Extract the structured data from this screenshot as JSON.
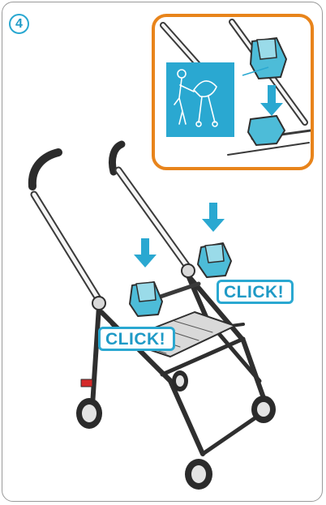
{
  "step": {
    "number": "4"
  },
  "labels": {
    "click_upper": "CLICK!",
    "click_lower": "CLICK!"
  },
  "colors": {
    "accent_blue": "#2aa8d1",
    "inset_border": "#e8841b",
    "frame_dark": "#3a3a3a",
    "seat_teal": "#4dbcd8",
    "brake_red": "#d42a2a",
    "panel_border": "#9a9a9a"
  },
  "icons": [
    "step-number-badge",
    "down-arrow-icon",
    "person-with-stroller-icon",
    "wheel-icon"
  ]
}
